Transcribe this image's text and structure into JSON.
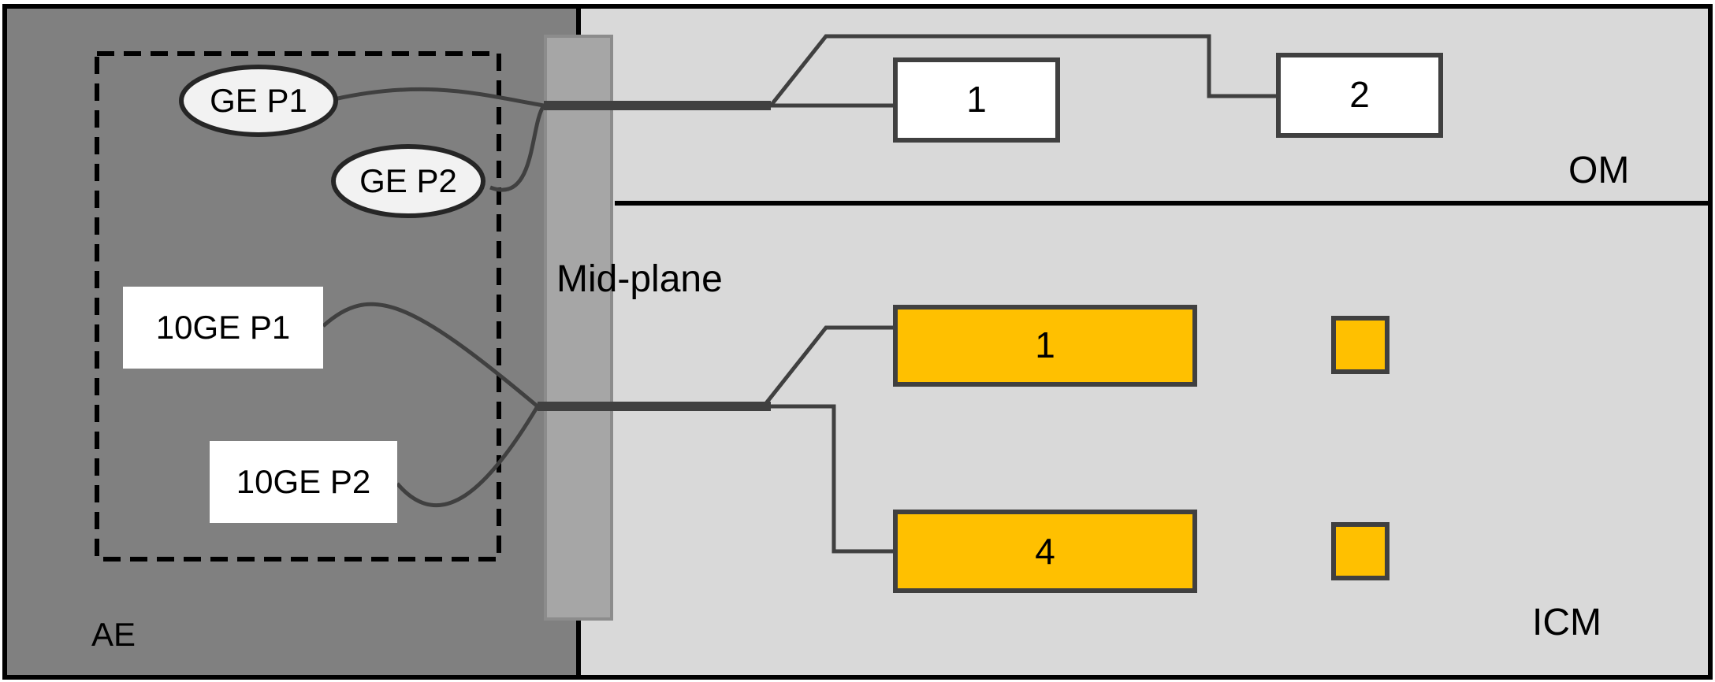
{
  "ae": {
    "label": "AE",
    "ports": {
      "ge_p1": "GE P1",
      "ge_p2": "GE P2",
      "tenge_p1": "10GE P1",
      "tenge_p2": "10GE P2"
    }
  },
  "midplane": {
    "label": "Mid-plane"
  },
  "om": {
    "label": "OM",
    "slots": [
      "1",
      "2"
    ]
  },
  "icm": {
    "label": "ICM",
    "slots": [
      "1",
      "4"
    ]
  },
  "colors": {
    "ae_fill": "#808080",
    "right_fill": "#d9d9d9",
    "midplane_fill": "#a6a6a6",
    "icm_slot_fill": "#ffc000",
    "port_oval_fill": "#f2f2f2",
    "line": "#404040",
    "border": "#000000"
  }
}
